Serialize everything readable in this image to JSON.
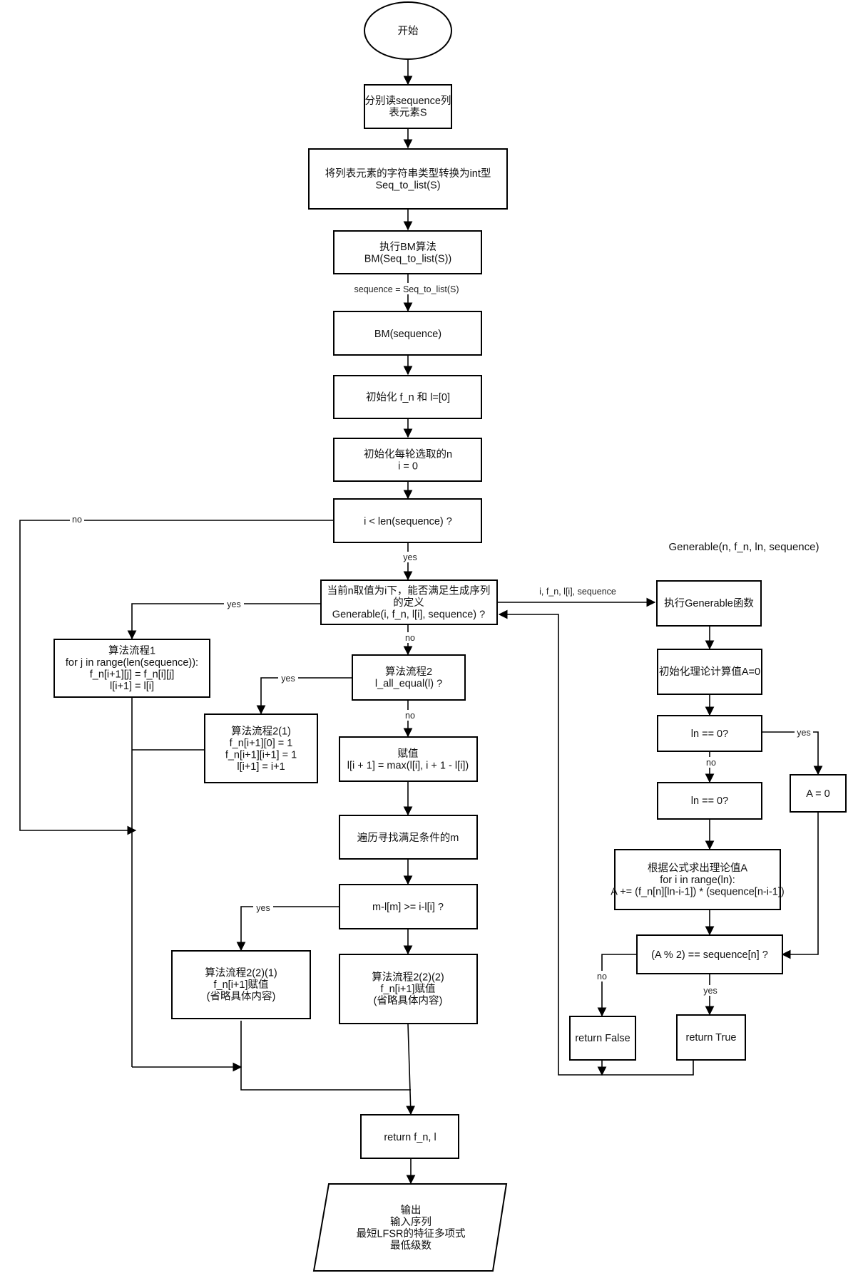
{
  "nodes": {
    "start": [
      "开始"
    ],
    "read": [
      "分别读sequence列",
      "表元素S"
    ],
    "convert": [
      "将列表元素的字符串类型转换为int型",
      "Seq_to_list(S)"
    ],
    "bm_exec": [
      "执行BM算法",
      "BM(Seq_to_list(S))"
    ],
    "bm_call": [
      "BM(sequence)"
    ],
    "init_fn": [
      "初始化 f_n 和 l=[0]"
    ],
    "init_n": [
      "初始化每轮选取的n",
      "i = 0"
    ],
    "loop_cond": [
      "i < len(sequence) ?"
    ],
    "generable_check": [
      "当前n取值为i下，能否满足生成序列",
      "的定义",
      "Generable(i, f_n, l[i], sequence) ?"
    ],
    "flow1": [
      "算法流程1",
      "for j in range(len(sequence)):",
      "f_n[i+1][j] = f_n[i][j]",
      "l[i+1] = l[i]"
    ],
    "flow2": [
      "算法流程2",
      "l_all_equal(l) ?"
    ],
    "flow2_1": [
      "算法流程2(1)",
      "f_n[i+1][0] = 1",
      "f_n[i+1][i+1] = 1",
      "l[i+1] = i+1"
    ],
    "assign": [
      "赋值",
      "l[i + 1] = max(l[i], i + 1 - l[i])"
    ],
    "find_m": [
      "遍历寻找满足条件的m"
    ],
    "m_cond": [
      "m-l[m] >= i-l[i] ?"
    ],
    "flow2_2_1": [
      "算法流程2(2)(1)",
      "f_n[i+1]赋值",
      "(省略具体内容)"
    ],
    "flow2_2_2": [
      "算法流程2(2)(2)",
      "f_n[i+1]赋值",
      "(省略具体内容)"
    ],
    "return_fn": [
      "return f_n, l"
    ],
    "output": [
      "输出",
      "输入序列",
      "最短LFSR的特征多项式",
      "最低级数"
    ],
    "gen_exec": [
      "执行Generable函数"
    ],
    "gen_init": [
      "初始化理论计算值A=0"
    ],
    "ln_zero_1": [
      "ln == 0?"
    ],
    "ln_zero_2": [
      "ln == 0?"
    ],
    "a_zero": [
      "A = 0"
    ],
    "formula": [
      "根据公式求出理论值A",
      "for i in range(ln):",
      "A += (f_n[n][ln-i-1]) * (sequence[n-i-1])"
    ],
    "mod_check": [
      "(A % 2) == sequence[n] ?"
    ],
    "ret_false": [
      "return False"
    ],
    "ret_true": [
      "return True"
    ]
  },
  "edge_labels": {
    "sequence_assign": "sequence = Seq_to_list(S)",
    "loop_no": "no",
    "loop_yes": "yes",
    "gen_yes": "yes",
    "gen_no": "no",
    "gen_args": "i, f_n, l[i], sequence",
    "flow2_yes": "yes",
    "flow2_no": "no",
    "ln_yes": "yes",
    "ln_no": "no",
    "m_yes": "yes",
    "mod_no": "no",
    "mod_yes": "yes"
  },
  "generable_header": "Generable(n, f_n, ln, sequence)"
}
